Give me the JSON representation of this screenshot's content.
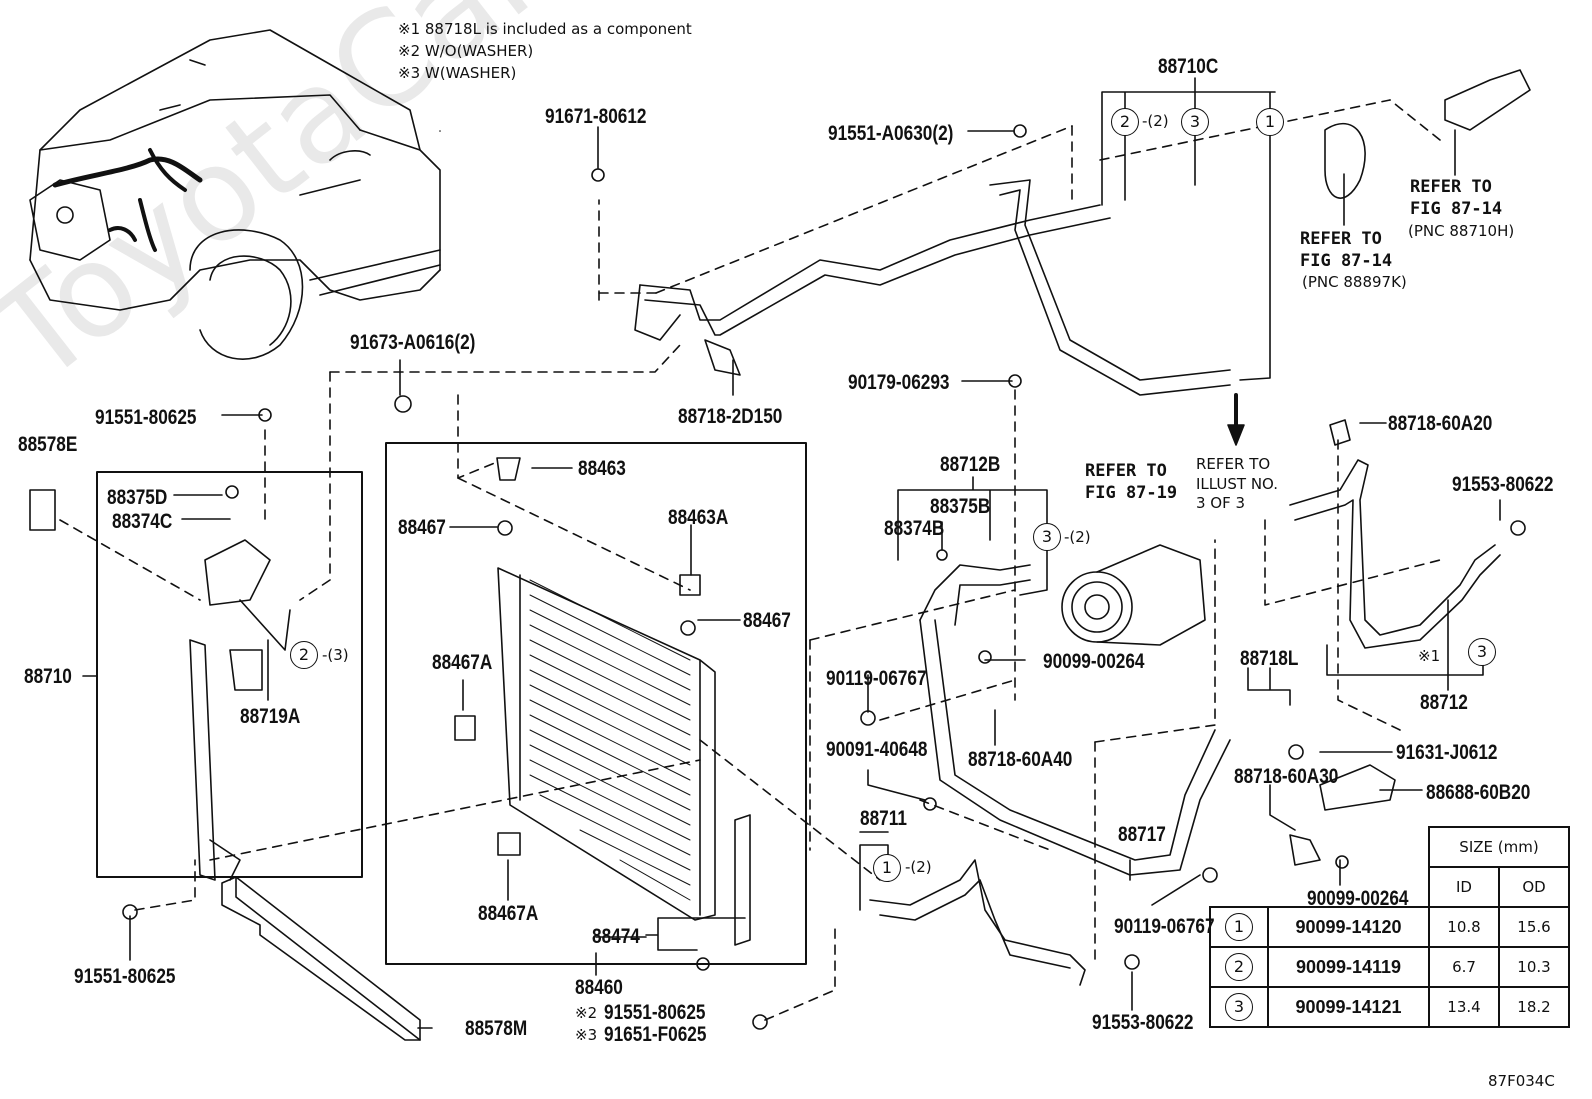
{
  "watermark": "ToyotaCarMine.ru",
  "notes": [
    "※1 88718L is included as a component",
    "※2 W/O(WASHER)",
    "※3 W(WASHER)"
  ],
  "labels": {
    "p91671_80612": "91671-80612",
    "p91551_A0630": "91551-A0630(2)",
    "p88710C": "88710C",
    "p91673_A0616": "91673-A0616(2)",
    "p88718_2D150": "88718-2D150",
    "p91551_80625_top": "91551-80625",
    "p88578E": "88578E",
    "p88375D": "88375D",
    "p88374C": "88374C",
    "p88710": "88710",
    "p88719A": "88719A",
    "p91551_80625_bottom": "91551-80625",
    "p88578M": "88578M",
    "p88463": "88463",
    "p88467_a": "88467",
    "p88463A": "88463A",
    "p88467_b": "88467",
    "p88467A_a": "88467A",
    "p88467A_b": "88467A",
    "p88474": "88474",
    "p88460": "88460",
    "p91551_80625_w2": "91551-80625",
    "p91651_F0625_w3": "91651-F0625",
    "w2_mark": "※2",
    "w3_mark": "※3",
    "p90179_06293": "90179-06293",
    "p88712B": "88712B",
    "p88375B": "88375B",
    "p88374B": "88374B",
    "p90099_00264_a": "90099-00264",
    "p90119_06767_a": "90119-06767",
    "p90091_40648": "90091-40648",
    "p88718_60A40": "88718-60A40",
    "p88711": "88711",
    "p88717": "88717",
    "p90119_06767_b": "90119-06767",
    "p91553_80622_a": "91553-80622",
    "p88718_60A20": "88718-60A20",
    "p91553_80622_b": "91553-80622",
    "p88718L": "88718L",
    "p88712": "88712",
    "p91631_J0612": "91631-J0612",
    "p88718_60A30": "88718-60A30",
    "p88688_60B20": "88688-60B20",
    "p90099_00264_b": "90099-00264",
    "star1": "※1"
  },
  "refs": {
    "fig_87_14_h": "REFER TO\nFIG 87-14",
    "pnc_88710H": "(PNC 88710H)",
    "fig_87_14_k": "REFER TO\nFIG 87-14",
    "pnc_88897K": "(PNC 88897K)",
    "fig_87_19": "REFER TO\nFIG 87-19",
    "illust_3of3": "REFER TO\nILLUST NO.\n3 OF 3"
  },
  "circles": {
    "c88710C_2": "2",
    "c88710C_2_qty": "-(2)",
    "c88710C_3": "3",
    "c88710C_1": "1",
    "c88710_2": "2",
    "c88710_2_qty": "-(3)",
    "c88712B_3": "3",
    "c88712B_3_qty": "-(2)",
    "c88711_1": "1",
    "c88711_1_qty": "-(2)",
    "c88712_3": "3"
  },
  "size_table": {
    "header": "SIZE (mm)",
    "col_id": "ID",
    "col_od": "OD",
    "rows": [
      {
        "ref": "1",
        "part": "90099-14120",
        "id": "10.8",
        "od": "15.6"
      },
      {
        "ref": "2",
        "part": "90099-14119",
        "id": "6.7",
        "od": "10.3"
      },
      {
        "ref": "3",
        "part": "90099-14121",
        "id": "13.4",
        "od": "18.2"
      }
    ]
  },
  "figure_code": "87F034C"
}
